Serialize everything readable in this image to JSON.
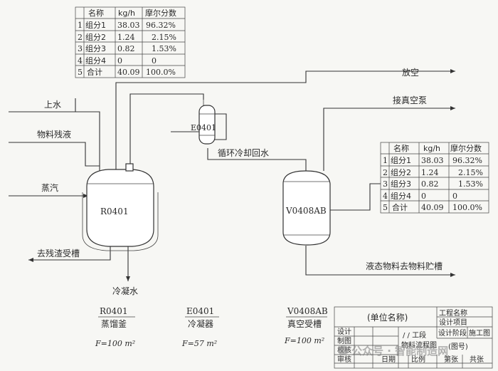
{
  "table_top": {
    "headers": [
      "名称",
      "kg/h",
      "摩尔分数"
    ],
    "rows": [
      [
        "1",
        "组分1",
        "38.03",
        "96.32%"
      ],
      [
        "2",
        "组分2",
        "1.24",
        "2.15%"
      ],
      [
        "3",
        "组分3",
        "0.82",
        "1.53%"
      ],
      [
        "4",
        "组分4",
        "0",
        "0"
      ],
      [
        "5",
        "合计",
        "40.09",
        "100.0%"
      ]
    ]
  },
  "table_right": {
    "headers": [
      "名称",
      "kg/h",
      "摩尔分数"
    ],
    "rows": [
      [
        "1",
        "组分1",
        "38.03",
        "96.32%"
      ],
      [
        "2",
        "组分2",
        "1.24",
        "2.15%"
      ],
      [
        "3",
        "组分3",
        "0.82",
        "1.53%"
      ],
      [
        "4",
        "组分4",
        "0",
        "0"
      ],
      [
        "5",
        "合计",
        "40.09",
        "100.0%"
      ]
    ]
  },
  "streams": {
    "vent": "放空",
    "vacuum_pump": "接真空泵",
    "top_water": "上水",
    "residue_liquid": "物料残液",
    "steam": "蒸汽",
    "cooling_return": "循环冷却回水",
    "to_residue_tank": "去残渣受槽",
    "condensate": "冷凝水",
    "liquid_to_storage": "液态物料去物料贮槽"
  },
  "equipment": {
    "reactor_tag": "R0401",
    "condenser_tag": "E0401",
    "receiver_tag": "V0408AB"
  },
  "legend": [
    {
      "tag": "R0401",
      "name": "蒸馏釜",
      "spec": "F=100 m²"
    },
    {
      "tag": "E0401",
      "name": "冷凝器",
      "spec": "F=57 m²"
    },
    {
      "tag": "V0408AB",
      "name": "真空受槽",
      "spec": "F=100 m²"
    }
  ],
  "title_block": {
    "unit_name": "(单位名称)",
    "project_name": "工程名称",
    "design_project": "设计项目",
    "design_stage": "设计阶段",
    "construction_drawing": "施工图",
    "section": "/ / 工段",
    "drawing_name": "物料流程图",
    "drawing_no": "(图号)",
    "design": "设计",
    "drawing": "制图",
    "check": "校核",
    "review": "审核",
    "date": "日期",
    "scale": "比例",
    "sheet": "第张",
    "total": "共张"
  },
  "watermark": "公众号 · 智能制造网"
}
